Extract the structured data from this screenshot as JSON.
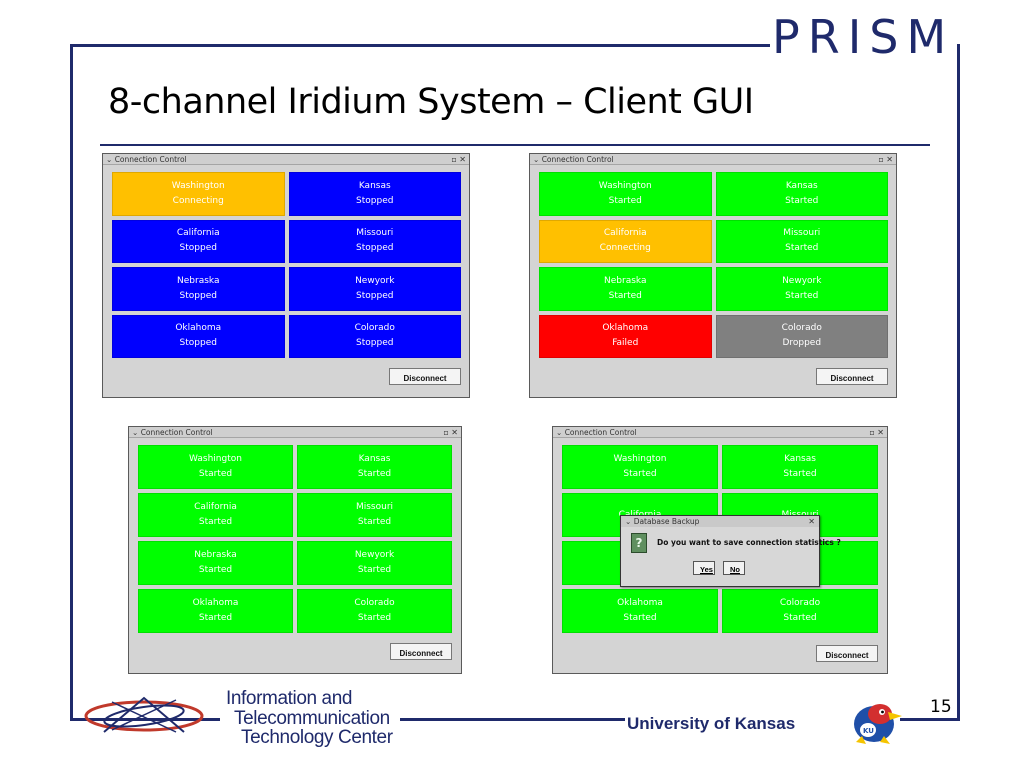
{
  "slide": {
    "title": "8-channel Iridium System – Client GUI",
    "logo": "PRISM",
    "page_number": "15",
    "footer_left": [
      "Information and",
      "Telecommunication",
      "Technology Center"
    ],
    "footer_right": "University of Kansas"
  },
  "colors": {
    "navy": "#1f2a6b",
    "blue": "#0000ff",
    "green": "#00ff00",
    "amber": "#ffc000",
    "red": "#ff0000",
    "gray": "#808080"
  },
  "windows": [
    {
      "title": "Connection Control",
      "button": "Disconnect",
      "cells": [
        {
          "name": "Washington",
          "status": "Connecting",
          "color": "amber"
        },
        {
          "name": "Kansas",
          "status": "Stopped",
          "color": "blue"
        },
        {
          "name": "California",
          "status": "Stopped",
          "color": "blue"
        },
        {
          "name": "Missouri",
          "status": "Stopped",
          "color": "blue"
        },
        {
          "name": "Nebraska",
          "status": "Stopped",
          "color": "blue"
        },
        {
          "name": "Newyork",
          "status": "Stopped",
          "color": "blue"
        },
        {
          "name": "Oklahoma",
          "status": "Stopped",
          "color": "blue"
        },
        {
          "name": "Colorado",
          "status": "Stopped",
          "color": "blue"
        }
      ]
    },
    {
      "title": "Connection Control",
      "button": "Disconnect",
      "cells": [
        {
          "name": "Washington",
          "status": "Started",
          "color": "green"
        },
        {
          "name": "Kansas",
          "status": "Started",
          "color": "green"
        },
        {
          "name": "California",
          "status": "Connecting",
          "color": "amber"
        },
        {
          "name": "Missouri",
          "status": "Started",
          "color": "green"
        },
        {
          "name": "Nebraska",
          "status": "Started",
          "color": "green"
        },
        {
          "name": "Newyork",
          "status": "Started",
          "color": "green"
        },
        {
          "name": "Oklahoma",
          "status": "Failed",
          "color": "red"
        },
        {
          "name": "Colorado",
          "status": "Dropped",
          "color": "gray"
        }
      ]
    },
    {
      "title": "Connection Control",
      "button": "Disconnect",
      "cells": [
        {
          "name": "Washington",
          "status": "Started",
          "color": "green"
        },
        {
          "name": "Kansas",
          "status": "Started",
          "color": "green"
        },
        {
          "name": "California",
          "status": "Started",
          "color": "green"
        },
        {
          "name": "Missouri",
          "status": "Started",
          "color": "green"
        },
        {
          "name": "Nebraska",
          "status": "Started",
          "color": "green"
        },
        {
          "name": "Newyork",
          "status": "Started",
          "color": "green"
        },
        {
          "name": "Oklahoma",
          "status": "Started",
          "color": "green"
        },
        {
          "name": "Colorado",
          "status": "Started",
          "color": "green"
        }
      ]
    },
    {
      "title": "Connection Control",
      "button": "Disconnect",
      "cells": [
        {
          "name": "Washington",
          "status": "Started",
          "color": "green"
        },
        {
          "name": "Kansas",
          "status": "Started",
          "color": "green"
        },
        {
          "name": "California",
          "status": "",
          "color": "green"
        },
        {
          "name": "Missouri",
          "status": "",
          "color": "green"
        },
        {
          "name": "",
          "status": "",
          "color": "green"
        },
        {
          "name": "",
          "status": "",
          "color": "green"
        },
        {
          "name": "Oklahoma",
          "status": "Started",
          "color": "green"
        },
        {
          "name": "Colorado",
          "status": "Started",
          "color": "green"
        }
      ]
    }
  ],
  "dialog": {
    "title": "Database Backup",
    "message": "Do you want to save connection statistics ?",
    "yes": "Yes",
    "no": "No",
    "icon": "question-icon"
  }
}
